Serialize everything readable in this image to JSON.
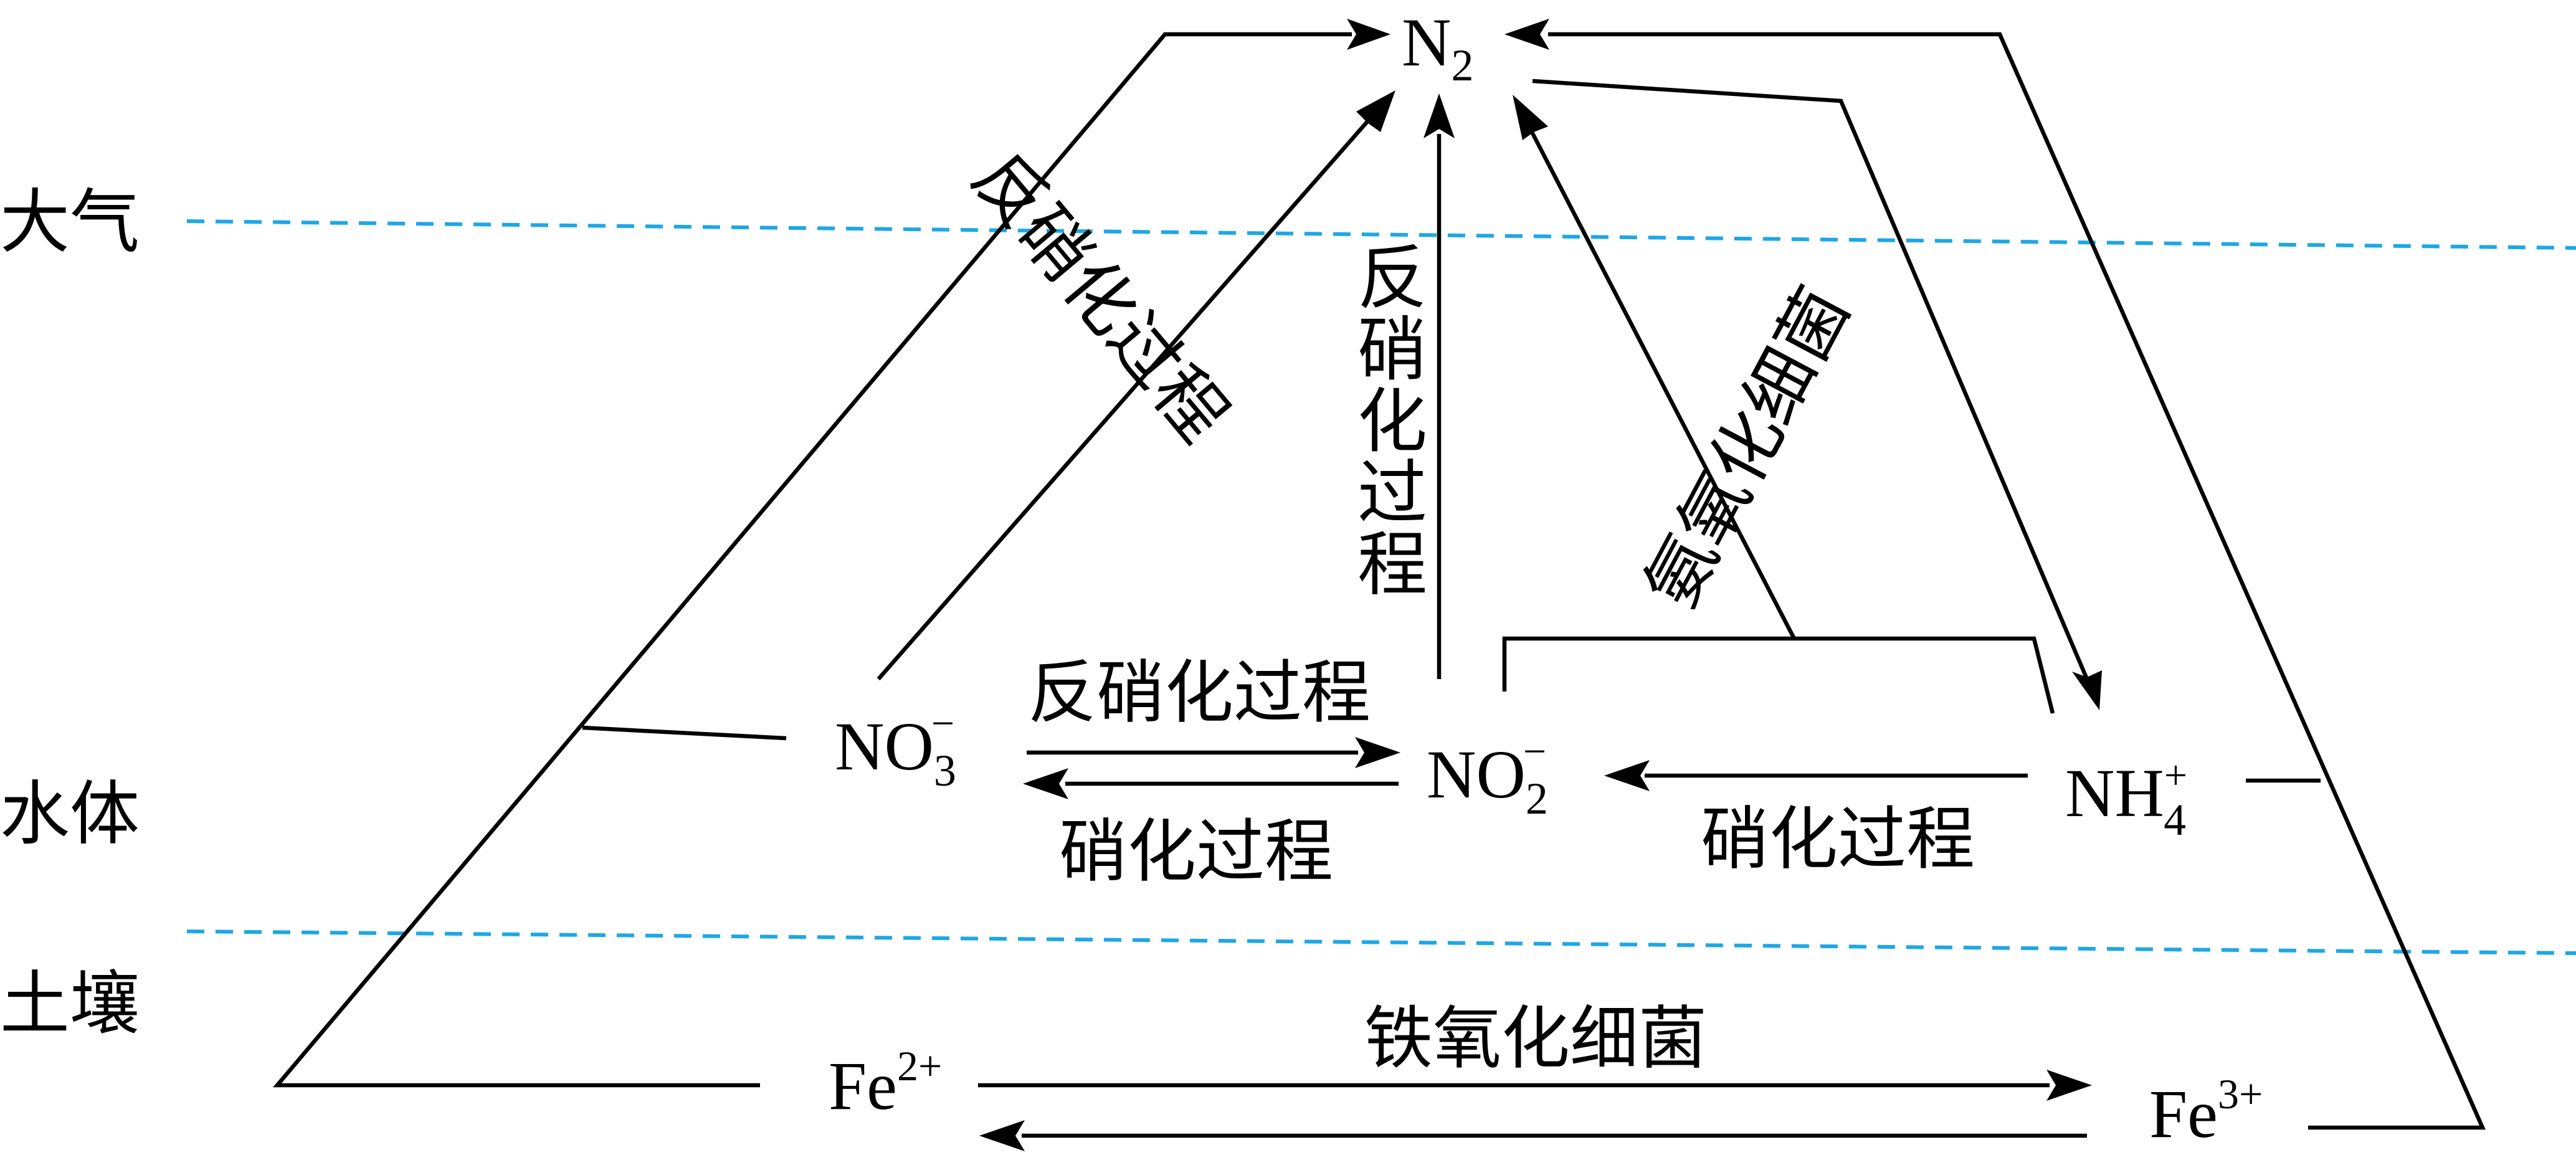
{
  "zones": {
    "atmosphere": "大气",
    "water": "水体",
    "soil": "土壤"
  },
  "species": {
    "n2": {
      "base": "N",
      "sub": "2"
    },
    "no3": {
      "base": "NO",
      "sub": "3",
      "sup": "−"
    },
    "no2": {
      "base": "NO",
      "sub": "2",
      "sup": "−"
    },
    "nh4": {
      "base": "NH",
      "sub": "4",
      "sup": "+"
    },
    "fe2": {
      "base": "Fe",
      "sup": "2+"
    },
    "fe3": {
      "base": "Fe",
      "sup": "3+"
    }
  },
  "processes": {
    "denitrification_no3_to_n2": [
      "反",
      "硝",
      "化",
      "过",
      "程"
    ],
    "denitrification_no2_to_n2": [
      "反",
      "硝",
      "化",
      "过",
      "程"
    ],
    "anammox_bacteria": [
      "氨",
      "氧",
      "化",
      "细",
      "菌"
    ],
    "denitrification_no3_to_no2": "反硝化过程",
    "nitrification_no2_to_no3": "硝化过程",
    "nitrification_nh4_to_no2": "硝化过程",
    "iron_oxidizing_bacteria": "铁氧化细菌"
  },
  "colors": {
    "line": "#000000",
    "boundary": "#1ea7e6"
  }
}
